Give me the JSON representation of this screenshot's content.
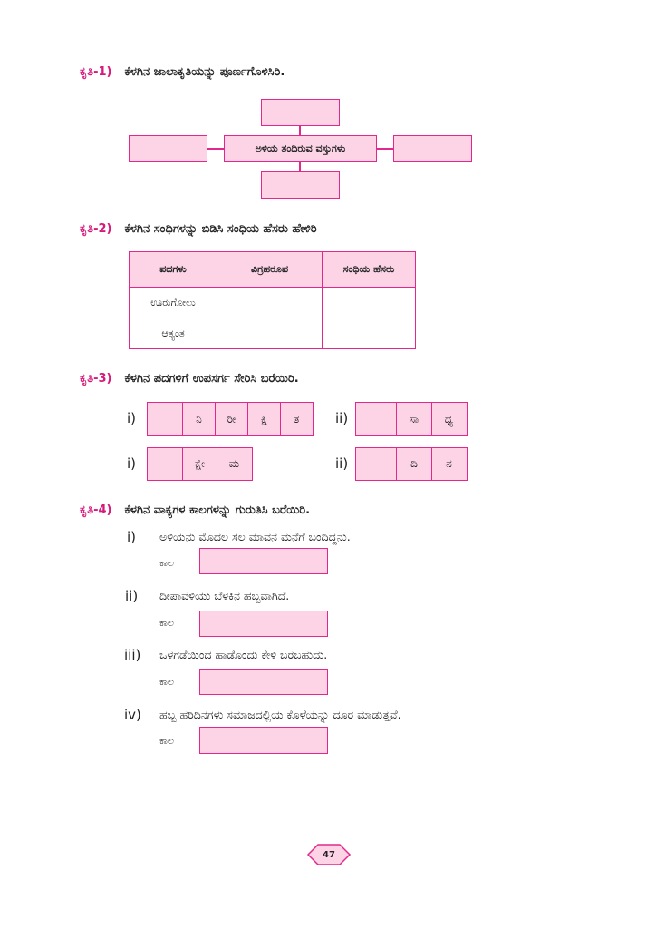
{
  "tasks": [
    {
      "num": "ಕೃತಿ-1)",
      "instruction": "ಕೆಳಗಿನ ಜಾಲಾಕೃತಿಯನ್ನು ಪೂರ್ಣಗೊಳಿಸಿರಿ."
    },
    {
      "num": "ಕೃತಿ-2)",
      "instruction": "ಕೆಳಗಿನ ಸಂಧಿಗಳನ್ನು ಬಿಡಿಸಿ ಸಂಧಿಯ ಹೆಸರು ಹೇಳಿರಿ"
    },
    {
      "num": "ಕೃತಿ-3)",
      "instruction": "ಕೆಳಗಿನ ಪದಗಳಿಗೆ ಉಪಸರ್ಗ ಸೇರಿಸಿ ಬರೆಯಿರಿ."
    },
    {
      "num": "ಕೃತಿ-4)",
      "instruction": "ಕೆಳಗಿನ ವಾಕ್ಯಗಳ ಕಾಲಗಳನ್ನು ಗುರುತಿಸಿ ಬರೆಯಿರಿ."
    }
  ],
  "web": {
    "center": "ಅಳಿಯ ತಂದಿರುವ ವಸ್ತುಗಳು"
  },
  "table": {
    "headers": [
      "ಪದಗಳು",
      "ವಿಗ್ರಹರೂಪ",
      "ಸಂಧಿಯ ಹೆಸರು"
    ],
    "rows": [
      [
        "ಊರುಗೋಲು",
        "",
        ""
      ],
      [
        "ಆತ್ಯಂತ",
        "",
        ""
      ]
    ]
  },
  "prefix": {
    "labels": [
      "i)",
      "ii)",
      "i)",
      "ii)"
    ],
    "groups": [
      [
        "",
        "ನಿ",
        "ರೀ",
        "ಕ್ಷಿ",
        "ತ"
      ],
      [
        "",
        "ಸಾ",
        "ಧ್ಯ"
      ],
      [
        "",
        "ಕ್ಷೇ",
        "ಮ"
      ],
      [
        "",
        "ದಿ",
        "ನ"
      ]
    ]
  },
  "tense": {
    "kaala": "ಕಾಲ",
    "items": [
      {
        "label": "i)",
        "text": "ಅಳಿಯನು ಮೊದಲ ಸಲ ಮಾವನ ಮನೆಗೆ ಬಂದಿದ್ದನು."
      },
      {
        "label": "ii)",
        "text": "ದೀಪಾವಳಿಯು ಬೆಳಕಿನ ಹಬ್ಬವಾಗಿದೆ."
      },
      {
        "label": "iii)",
        "text": "ಒಳಗಡೆಯಿಂದ ಹಾಡೊಂದು ಕೇಳಿ ಬರಬಹುದು."
      },
      {
        "label": "iv)",
        "text": "ಹಬ್ಬ ಹರಿದಿನಗಳು ಸಮಾಜದಲ್ಲಿಯ ಕೊಳೆಯನ್ನು ದೂರ ಮಾಡುತ್ತವೆ."
      }
    ]
  },
  "page_number": "47",
  "colors": {
    "accent": "#d6197a",
    "box_fill": "#fcd4e6",
    "box_border": "#e2288a"
  }
}
